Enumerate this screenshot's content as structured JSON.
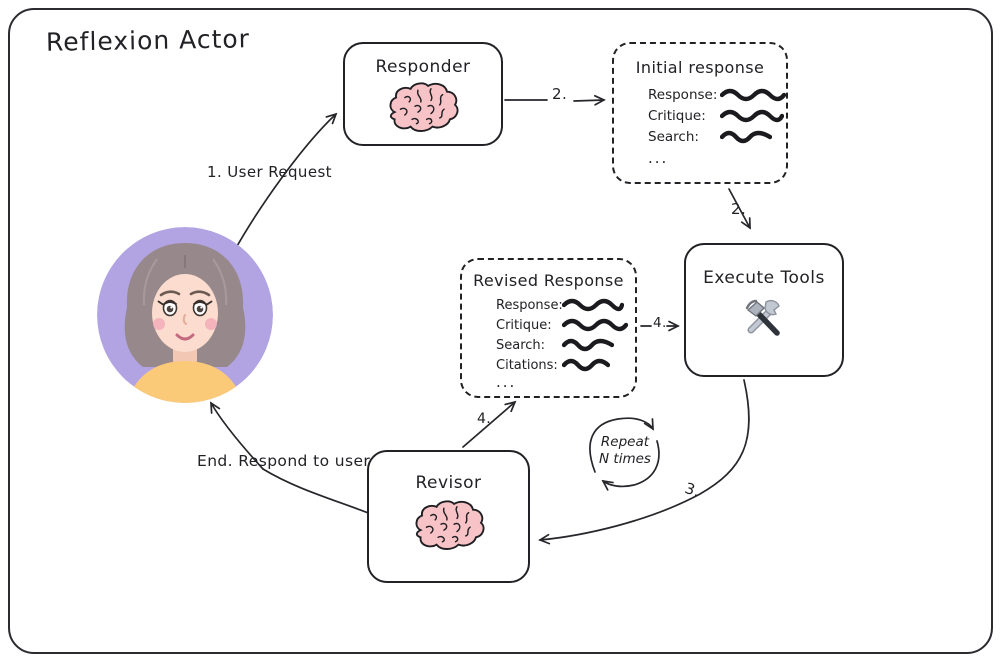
{
  "title": "Reflexion Actor",
  "nodes": {
    "responder": {
      "label": "Responder",
      "icon": "brain-icon"
    },
    "initial": {
      "title": "Initial response",
      "rows": [
        "Response:",
        "Critique:",
        "Search:"
      ],
      "more": "..."
    },
    "execute": {
      "label": "Execute Tools",
      "icon": "hammer-wrench-icon"
    },
    "revised": {
      "title": "Revised Response",
      "rows": [
        "Response:",
        "Critique:",
        "Search:",
        "Citations:"
      ],
      "more": "..."
    },
    "revisor": {
      "label": "Revisor",
      "icon": "brain-icon"
    }
  },
  "edges": {
    "user_request": "1. User Request",
    "responder_to_initial": "2.",
    "initial_to_execute": "2.",
    "revised_to_execute": "4.",
    "revisor_to_revised": "4.",
    "execute_to_revisor": "3.",
    "respond_to_user": "End. Respond to user"
  },
  "repeat": {
    "line1": "Repeat",
    "line2": "N times"
  },
  "colors": {
    "ink": "#26262b",
    "brain_fill": "#f7c3c6",
    "avatar_bg": "#b2a4e3",
    "hair": "#97898b",
    "skin": "#fbdcce",
    "shirt": "#fbca79",
    "blush": "#f4a9b6"
  }
}
